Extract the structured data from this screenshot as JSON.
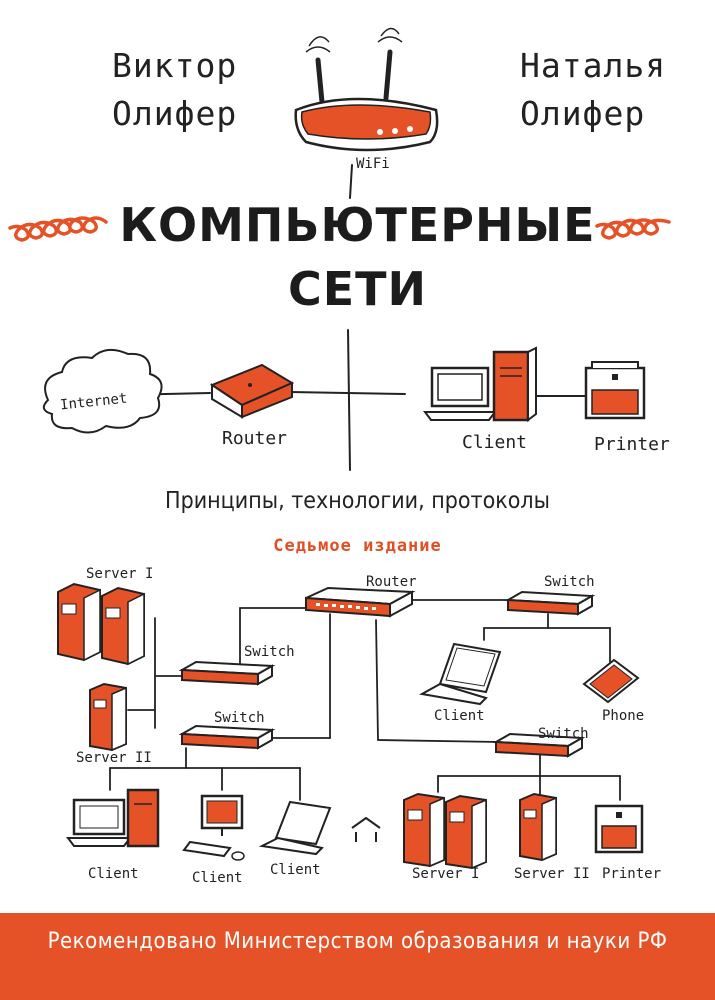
{
  "authors": {
    "left": {
      "first": "Виктор",
      "last": "Олифер"
    },
    "right": {
      "first": "Наталья",
      "last": "Олифер"
    }
  },
  "title": {
    "line1": "КОМПЬЮТЕРНЫЕ",
    "line2": "СЕТИ"
  },
  "subtitle": "Принципы, технологии, протоколы",
  "edition": "Седьмое издание",
  "top_diagram": {
    "wifi": "WiFi",
    "internet": "Internet",
    "router": "Router",
    "client": "Client",
    "printer": "Printer"
  },
  "network": {
    "server1": "Server I",
    "server2": "Server II",
    "router": "Router",
    "switch_top_right": "Switch",
    "switch_left_1": "Switch",
    "switch_left_2": "Switch",
    "switch_bottom_right": "Switch",
    "client_laptop": "Client",
    "phone": "Phone",
    "client_b1": "Client",
    "client_b2": "Client",
    "client_b3": "Client",
    "server_b1": "Server I",
    "server_b2": "Server II",
    "printer_b": "Printer"
  },
  "footer": "Рекомендовано Министерством образования и науки РФ",
  "colors": {
    "accent": "#e65228",
    "ink": "#222222"
  }
}
